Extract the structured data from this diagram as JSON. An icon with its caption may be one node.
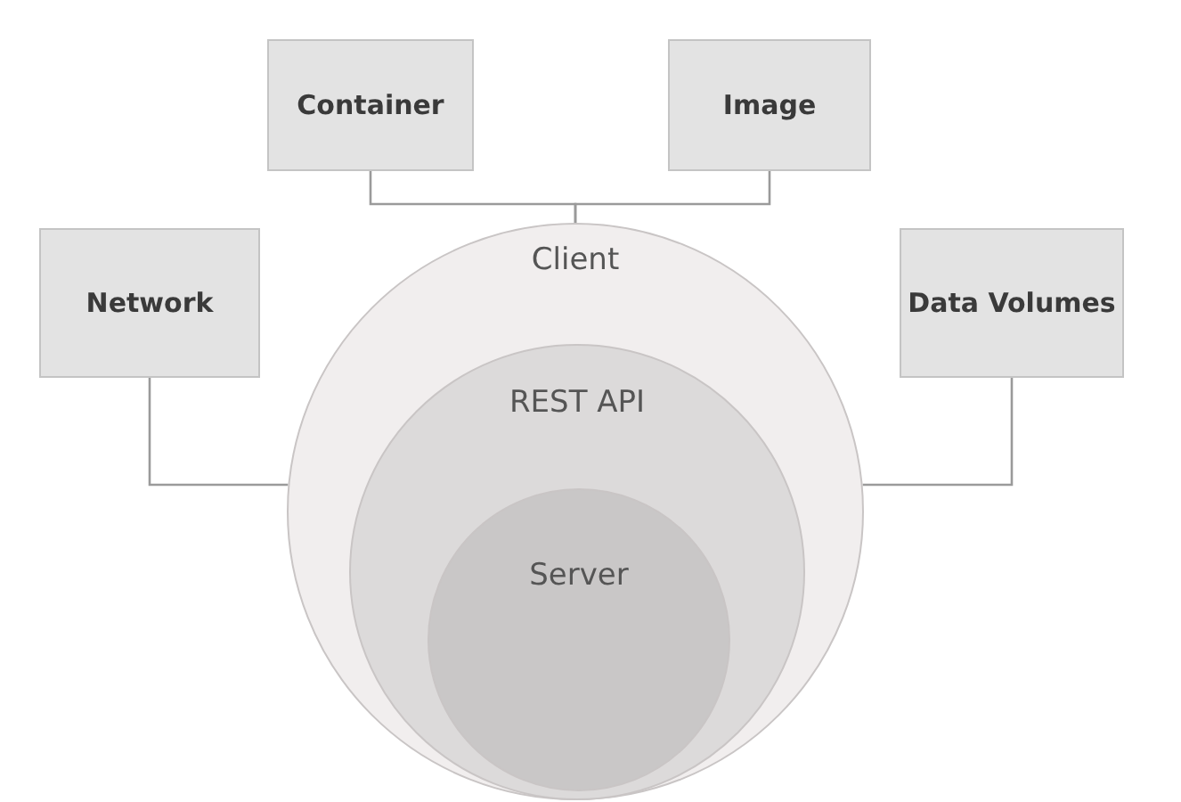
{
  "diagram": {
    "nodes": [
      {
        "text": [
          "Container"
        ]
      },
      {
        "text": [
          "Image"
        ]
      },
      {
        "text": [
          "Network"
        ]
      },
      {
        "text": [
          "Client"
        ]
      },
      {
        "text": [
          "REST API"
        ],
        "in": 3
      },
      {
        "text": [
          "Server"
        ],
        "in": 4
      },
      {
        "text": [
          "Data Volumes"
        ]
      }
    ],
    "edges": [
      {
        "from": 0,
        "to": 3,
        "arrow": "none"
      },
      {
        "from": 1,
        "to": 3,
        "arrow": "none"
      },
      {
        "from": 2,
        "to": 3,
        "arrow": "none"
      },
      {
        "from": 6,
        "to": 3,
        "arrow": "none"
      }
    ]
  }
}
